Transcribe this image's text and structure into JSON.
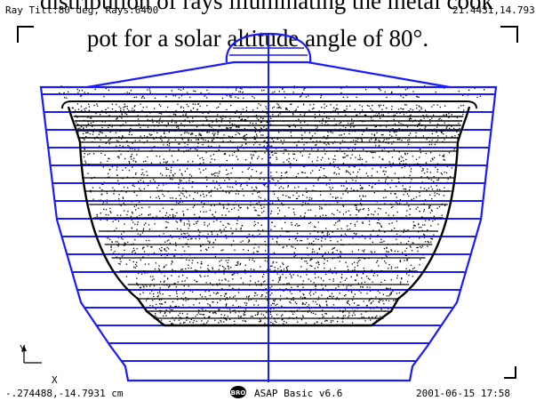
{
  "caption": {
    "line1": "distribution of rays illuminating the metal cook",
    "line2": "pot for a solar altitude angle of 80°."
  },
  "header": {
    "ray_info": "Ray Tilt:80 deg, Rays:6400",
    "coords": "21.4431,14.7931"
  },
  "footer": {
    "origin": "-.274488,-14.7931 cm",
    "software": "ASAP Basic v6.6",
    "timestamp": "2001-06-15  17:58",
    "logo_text": "BRO"
  },
  "axes": {
    "y_label": "Y",
    "x_label": "X"
  },
  "colors": {
    "reflector": "#1a1aff",
    "pot": "#000000",
    "background": "#ffffff"
  }
}
